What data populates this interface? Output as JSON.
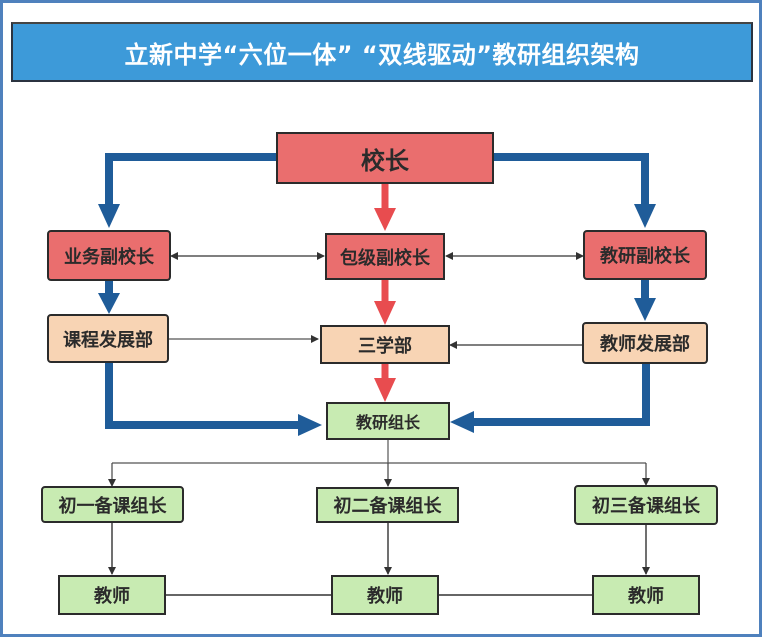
{
  "title": "立新中学“六位一体” “双线驱动”教研组织架构",
  "colors": {
    "title_bg": "#3d9ad9",
    "frame": "#4f81bd",
    "leadership_box": "#ea6e6e",
    "department_box": "#f8d4b4",
    "group_box": "#c8ebb2",
    "blue_arrow": "#1f5c99",
    "red_arrow": "#e84c4f",
    "thin_line": "#333333"
  },
  "nodes": {
    "principal": "校长",
    "vp_business": "业务副校长",
    "vp_grade": "包级副校长",
    "vp_research": "教研副校长",
    "curriculum_dept": "课程发展部",
    "three_depts": "三学部",
    "teacher_dev_dept": "教师发展部",
    "research_leader": "教研组长",
    "grade1_leader": "初一备课组长",
    "grade2_leader": "初二备课组长",
    "grade3_leader": "初三备课组长",
    "teacher_1": "教师",
    "teacher_2": "教师",
    "teacher_3": "教师"
  }
}
